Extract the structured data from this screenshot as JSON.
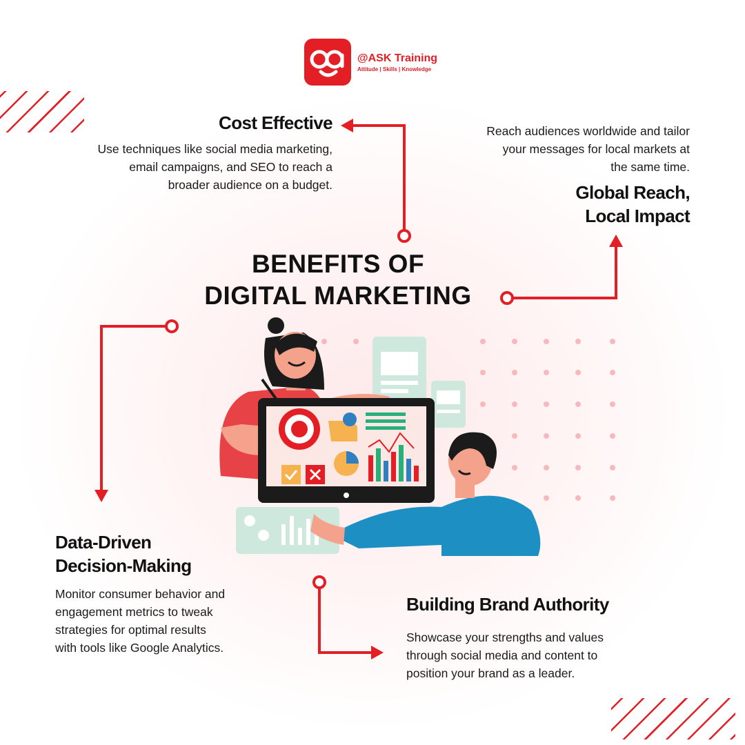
{
  "brand": {
    "name": "@ASK Training",
    "tagline": "Attitude | Skills | Knowledge",
    "icon": "aq-smile-logo-icon"
  },
  "title": {
    "line1": "BENEFITS OF",
    "line2": "DIGITAL MARKETING"
  },
  "benefits": {
    "cost_effective": {
      "heading": "Cost Effective",
      "desc": [
        "Use techniques like social media marketing,",
        "email campaigns, and SEO to reach a",
        "broader audience on a budget."
      ]
    },
    "global_reach": {
      "heading": [
        "Global Reach,",
        "Local Impact"
      ],
      "desc": [
        "Reach audiences worldwide and tailor",
        "your messages for local markets at",
        "the same time."
      ]
    },
    "data_driven": {
      "heading": [
        "Data-Driven",
        "Decision-Making"
      ],
      "desc": [
        "Monitor consumer behavior and",
        "engagement metrics to tweak",
        "strategies for optimal results",
        "with tools like Google Analytics."
      ]
    },
    "brand_authority": {
      "heading": "Building Brand Authority",
      "desc": [
        "Showcase your strengths and values",
        "through social media and content to",
        "position your brand as a leader."
      ]
    }
  },
  "colors": {
    "accent": "#e31e24",
    "text": "#111111",
    "background_tint": "#fde9ea"
  }
}
